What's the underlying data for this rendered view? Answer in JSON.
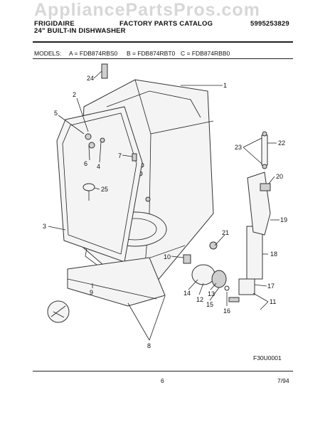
{
  "watermark": "AppliancePartsPros.com",
  "header": {
    "brand": "FRIGIDAIRE",
    "section": "FACTORY PARTS CATALOG",
    "publication": "5995253829",
    "product": "24\" BUILT-IN DISHWASHER"
  },
  "models": {
    "label": "MODELS:",
    "a": "A = FDB874RBS0",
    "b": "B = FDB874RBT0",
    "c": "C = FDB874RBB0"
  },
  "callouts": [
    "1",
    "2",
    "3",
    "4",
    "5",
    "6",
    "7",
    "8",
    "9",
    "10",
    "11",
    "12",
    "13",
    "14",
    "15",
    "16",
    "17",
    "18",
    "19",
    "20",
    "21",
    "22",
    "23",
    "24",
    "25"
  ],
  "figure_code": "F30U0001",
  "footer": {
    "page": "6",
    "date": "7/94"
  }
}
